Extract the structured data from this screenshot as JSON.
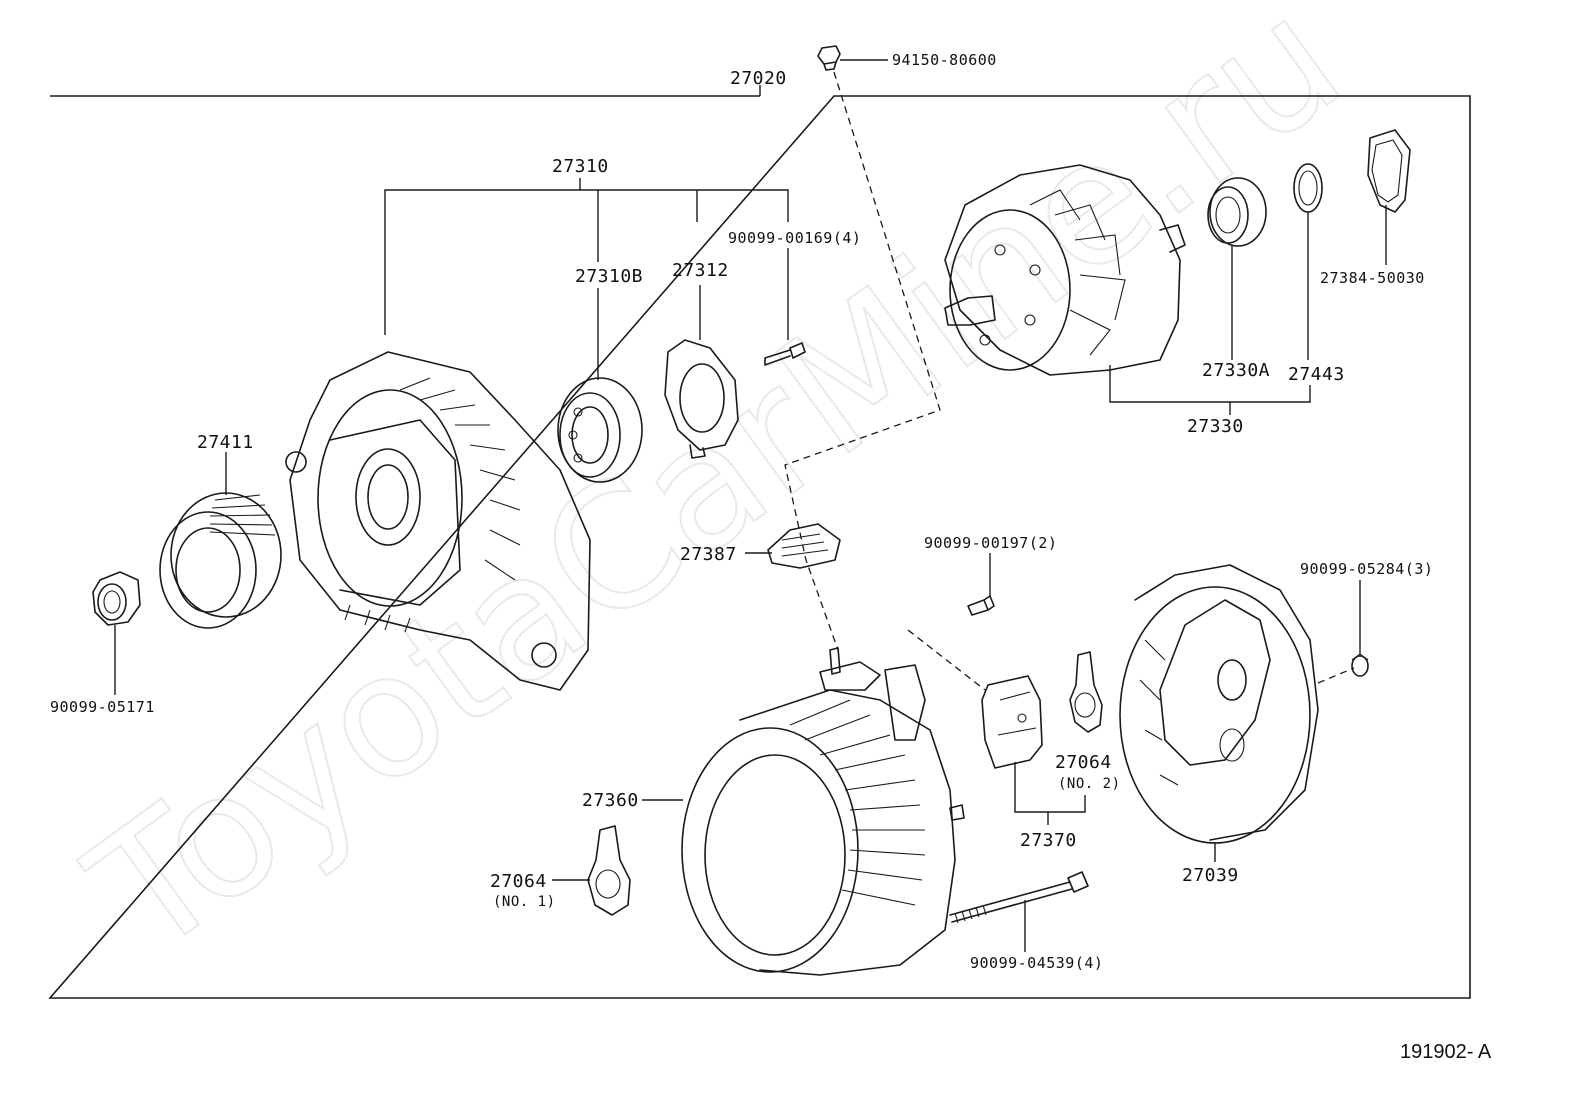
{
  "watermark": "ToyotaCarMine.ru",
  "figure_number": "191902- A",
  "labels": {
    "assembly": "27020",
    "bolt_top": "94150-80600",
    "frame_assy": "27310",
    "bearing_front": "27310B",
    "retainer": "27312",
    "screw_4": "90099-00169(4)",
    "pulley": "27411",
    "nut": "90099-05171",
    "rotor_assy": "27330",
    "bearing_rear": "27330A",
    "collar": "27443",
    "cover_ring": "27384-50030",
    "insulator": "27387",
    "screw_2": "90099-00197(2)",
    "nut_3": "90099-05284(3)",
    "stator": "27360",
    "plate_no1": "27064",
    "plate_no1_sub": "(NO. 1)",
    "plate_no2": "27064",
    "plate_no2_sub": "(NO. 2)",
    "brush_holder": "27370",
    "rear_cover": "27039",
    "through_bolt": "90099-04539(4)"
  }
}
